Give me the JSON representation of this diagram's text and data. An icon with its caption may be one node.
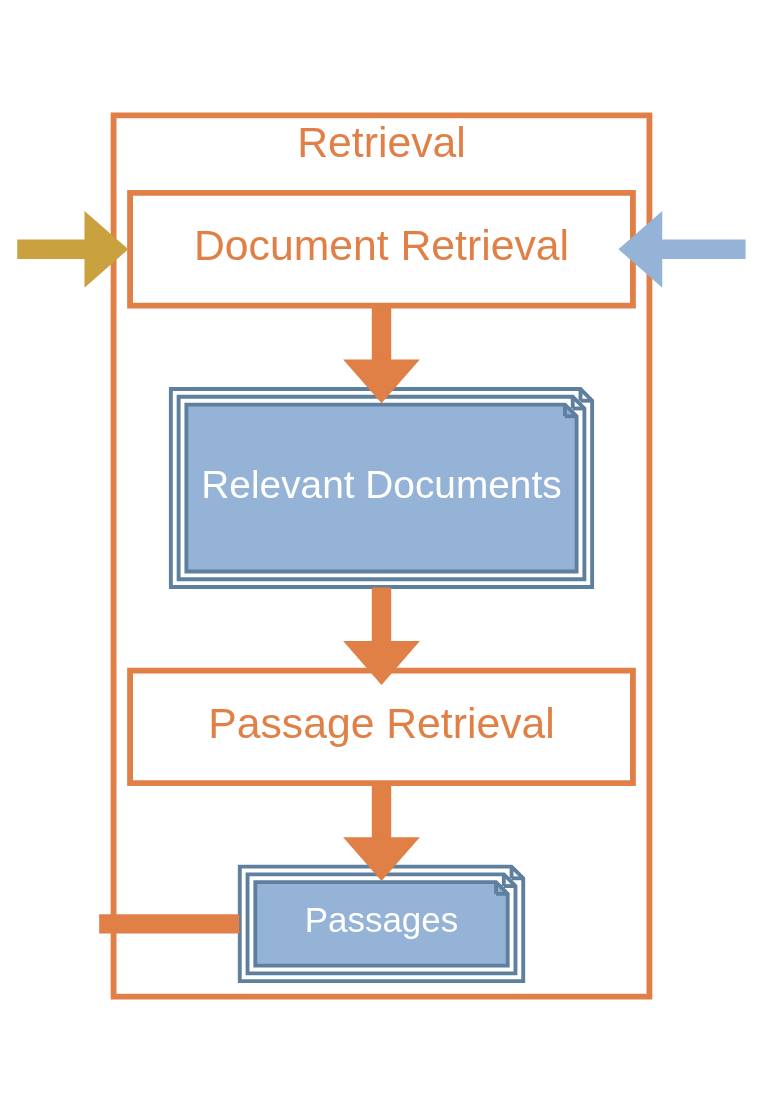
{
  "diagram": {
    "nodes": [
      {
        "text": [
          "Retrieval"
        ]
      },
      {
        "text": [
          "Document Retrieval"
        ],
        "in": 0
      },
      {
        "text": [
          "Relevant Documents"
        ],
        "in": 0
      },
      {
        "text": [
          "Passage Retrieval"
        ],
        "in": 0
      },
      {
        "text": [
          "Passages"
        ],
        "in": 0
      }
    ],
    "edges": [
      {
        "from": null,
        "to": 0,
        "arrow": "to",
        "color": "#c9a23f"
      },
      {
        "from": null,
        "to": 1,
        "arrow": "to",
        "color": "#95b3d7"
      },
      {
        "from": 1,
        "to": 2,
        "arrow": "to"
      },
      {
        "from": 2,
        "to": 3,
        "arrow": "to"
      },
      {
        "from": 3,
        "to": 4,
        "arrow": "to"
      },
      {
        "from": 4,
        "to": null,
        "arrow": "none"
      }
    ]
  }
}
